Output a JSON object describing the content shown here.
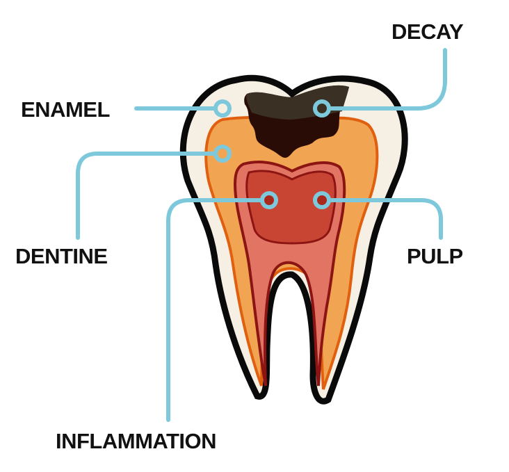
{
  "labels": {
    "enamel": "ENAMEL",
    "decay": "DECAY",
    "dentine": "DENTINE",
    "pulp": "PULP",
    "inflammation": "INFLAMMATION"
  },
  "colors": {
    "leader": "#7ec8dc",
    "enamel": "#f5efe4",
    "dentine": "#f1a552",
    "dentine_edge": "#e0600f",
    "pulp": "#c84433",
    "pulp_rim": "#e27463",
    "pulp_dark": "#8c1412",
    "decay": "#2a0c06",
    "outline": "#0a0a0a"
  }
}
